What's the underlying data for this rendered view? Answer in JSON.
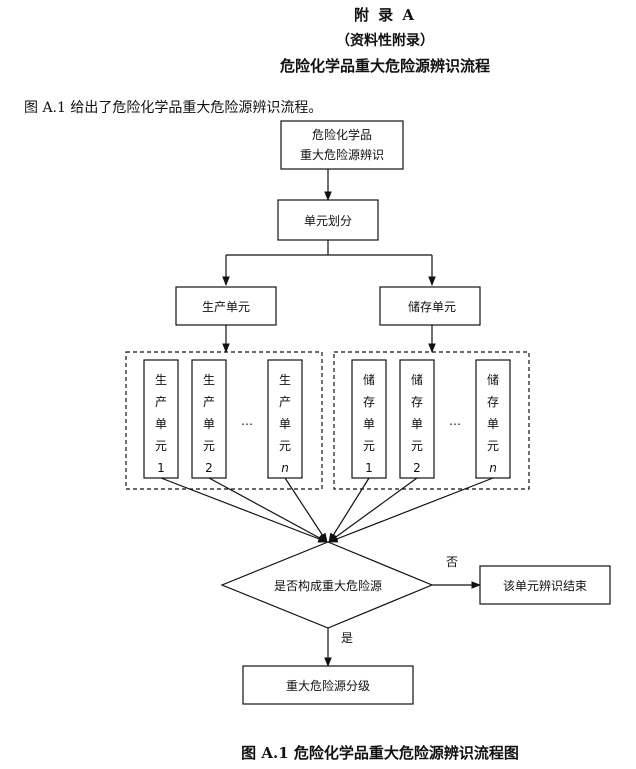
{
  "heading": {
    "appendix": "附 录 A",
    "subtitle": "（资料性附录）",
    "title": "危险化学品重大危险源辨识流程"
  },
  "intro": "图 A.1 给出了危险化学品重大危险源辨识流程。",
  "flow": {
    "start_line1": "危险化学品",
    "start_line2": "重大危险源辨识",
    "unit_division": "单元划分",
    "production_unit": "生产单元",
    "storage_unit": "储存单元",
    "production_items": [
      {
        "chars": [
          "生",
          "产",
          "单",
          "元"
        ],
        "index": "1"
      },
      {
        "chars": [
          "生",
          "产",
          "单",
          "元"
        ],
        "index": "2"
      },
      {
        "chars": [
          "生",
          "产",
          "单",
          "元"
        ],
        "index": "n"
      }
    ],
    "storage_items": [
      {
        "chars": [
          "储",
          "存",
          "单",
          "元"
        ],
        "index": "1"
      },
      {
        "chars": [
          "储",
          "存",
          "单",
          "元"
        ],
        "index": "2"
      },
      {
        "chars": [
          "储",
          "存",
          "单",
          "元"
        ],
        "index": "n"
      }
    ],
    "ellipsis": "…",
    "decision": "是否构成重大危险源",
    "no_label": "否",
    "yes_label": "是",
    "end_no": "该单元辨识结束",
    "end_yes": "重大危险源分级"
  },
  "caption": "图 A.1    危险化学品重大危险源辨识流程图"
}
